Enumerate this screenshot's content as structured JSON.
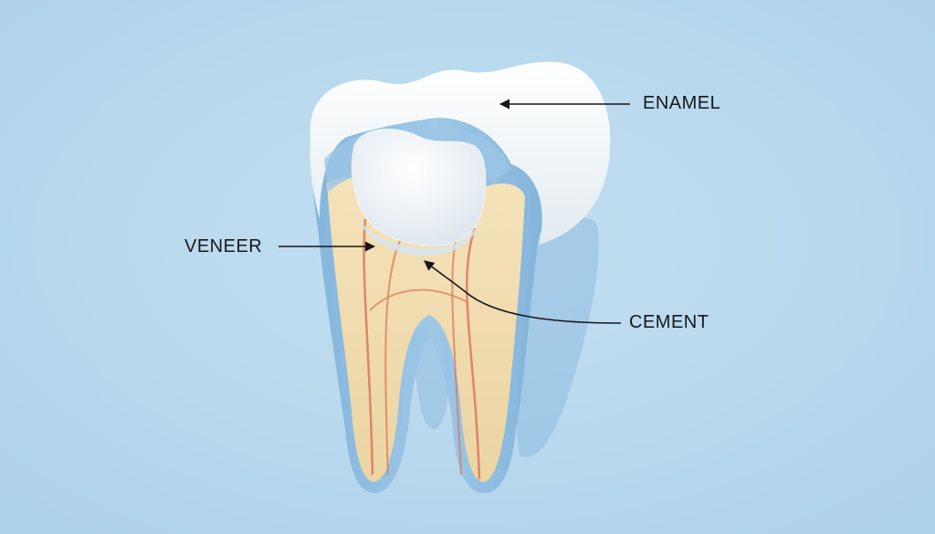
{
  "labels": {
    "enamel": "ENAMEL",
    "veneer": "VENEER",
    "cement": "CEMENT"
  },
  "colors": {
    "background": "#b8d9ee",
    "enamel": "#f1f5f8",
    "dentin_shell": "#8fbde0",
    "pulp": "#f0dcae",
    "root_canal": "#d9785a",
    "veneer": "#e9eef3",
    "leader_line": "#15171c"
  }
}
